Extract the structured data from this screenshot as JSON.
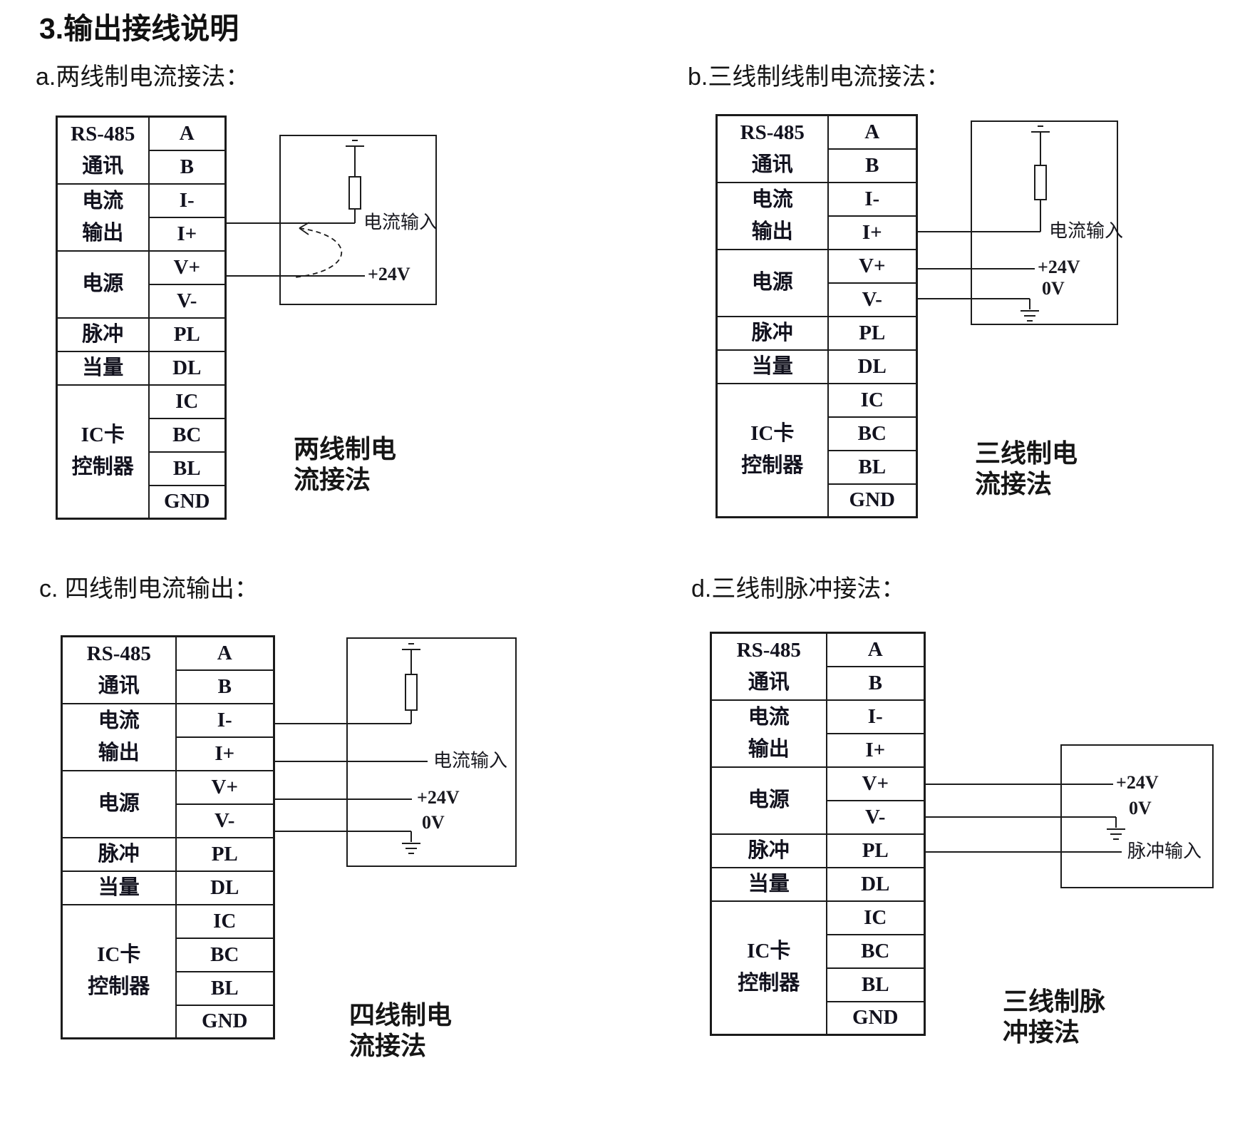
{
  "page": {
    "title": "3.输出接线说明"
  },
  "colors": {
    "ink": "#161616",
    "line": "#1c1c1c"
  },
  "terminal_table": {
    "groups": [
      {
        "label_lines": [
          "RS-485",
          "通讯"
        ],
        "pins": [
          "A",
          "B"
        ]
      },
      {
        "label_lines": [
          "电流",
          "输出"
        ],
        "pins": [
          "I-",
          "I+"
        ]
      },
      {
        "label_lines": [
          "电源"
        ],
        "pins": [
          "V+",
          "V-"
        ]
      },
      {
        "label_lines": [
          "脉冲"
        ],
        "pins": [
          "PL"
        ]
      },
      {
        "label_lines": [
          "当量"
        ],
        "pins": [
          "DL"
        ]
      },
      {
        "label_lines": [
          "IC卡",
          "控制器"
        ],
        "pins": [
          "IC",
          "BC",
          "BL",
          "GND"
        ]
      }
    ]
  },
  "sections": {
    "a": {
      "heading": "a.两线制电流接法：",
      "caption_line1": "两线制电",
      "caption_line2": "流接法",
      "labels": {
        "current_input": "电流输入",
        "plus24": "+24V"
      }
    },
    "b": {
      "heading": "b.三线制线制电流接法：",
      "caption_line1": "三线制电",
      "caption_line2": "流接法",
      "labels": {
        "current_input": "电流输入",
        "plus24": "+24V",
        "zero": "0V"
      }
    },
    "c": {
      "heading": "c. 四线制电流输出：",
      "caption_line1": "四线制电",
      "caption_line2": "流接法",
      "labels": {
        "current_input": "电流输入",
        "plus24": "+24V",
        "zero": "0V"
      }
    },
    "d": {
      "heading": "d.三线制脉冲接法：",
      "caption_line1": "三线制脉",
      "caption_line2": "冲接法",
      "labels": {
        "plus24": "+24V",
        "zero": "0V",
        "pulse_input": "脉冲输入"
      }
    }
  }
}
